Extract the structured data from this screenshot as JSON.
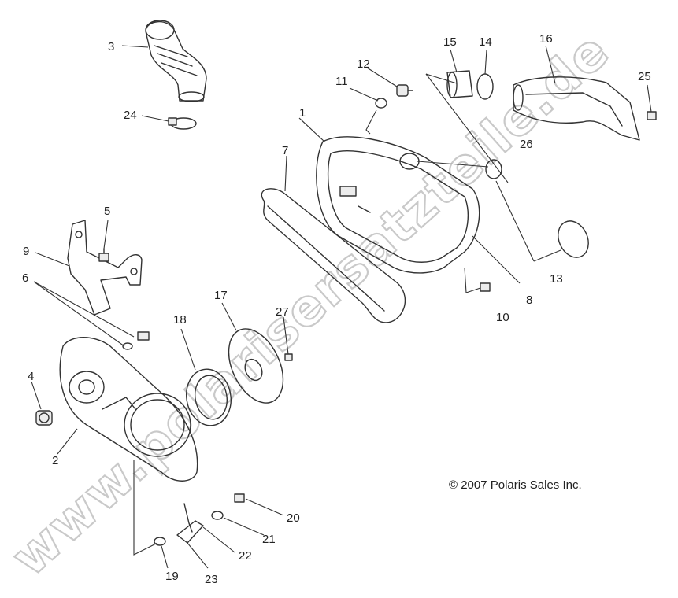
{
  "watermark": "www.polarisersatzteile.de",
  "copyright": "© 2007 Polaris Sales Inc.",
  "callouts": {
    "c1": "1",
    "c2": "2",
    "c3": "3",
    "c4": "4",
    "c5": "5",
    "c6": "6",
    "c7": "7",
    "c8": "8",
    "c9": "9",
    "c10": "10",
    "c11": "11",
    "c12": "12",
    "c13": "13",
    "c14": "14",
    "c15": "15",
    "c16": "16",
    "c17": "17",
    "c18": "18",
    "c19": "19",
    "c20": "20",
    "c21": "21",
    "c22": "22",
    "c23": "23",
    "c24": "24",
    "c25": "25",
    "c26": "26",
    "c27": "27"
  }
}
